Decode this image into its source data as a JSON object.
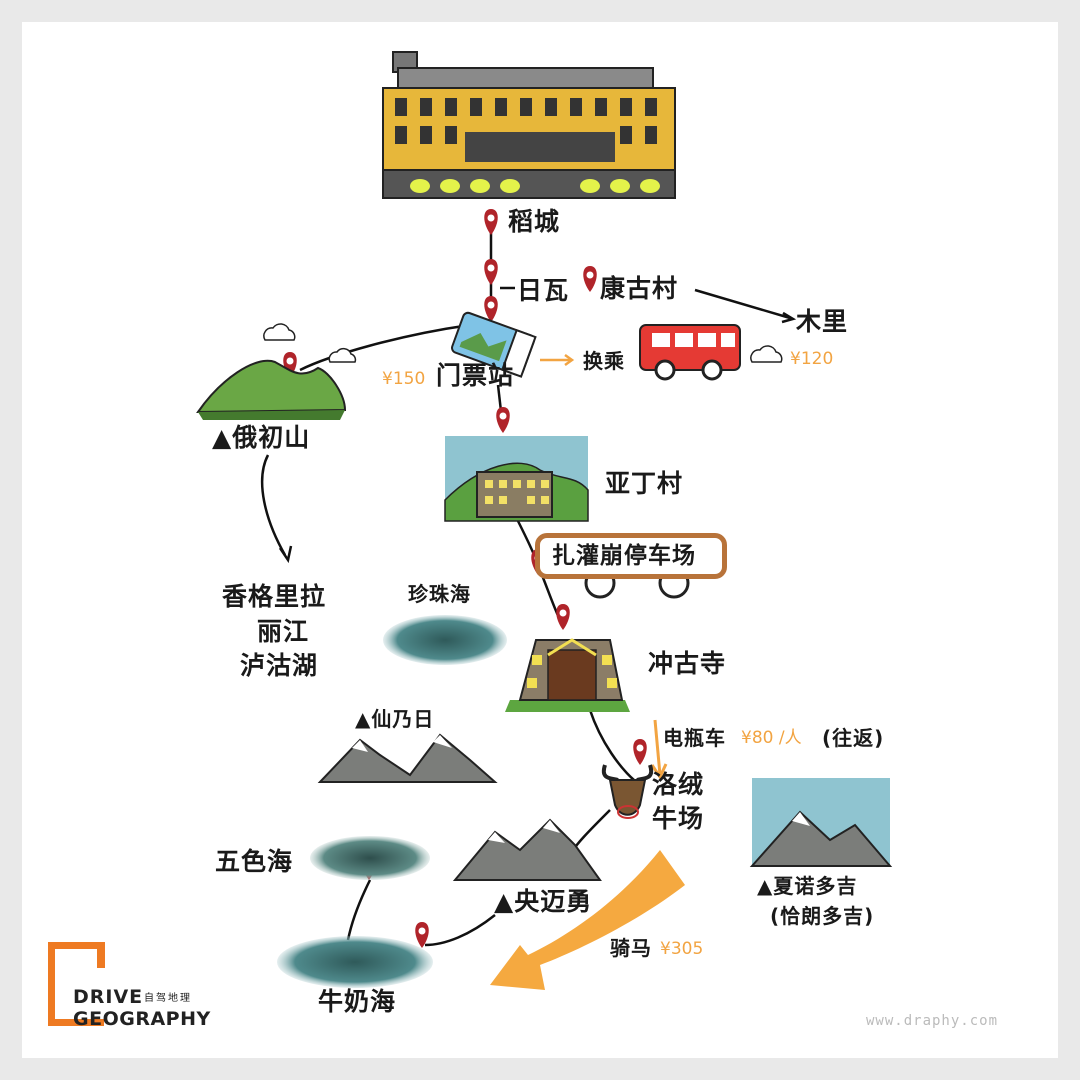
{
  "places": {
    "daocheng": "稻城",
    "riwa": "日瓦",
    "kanggu": "康古村",
    "muli": "木里",
    "ticket_station": "门票站",
    "transfer": "换乘",
    "echu": "▲俄初山",
    "yading": "亚丁村",
    "parking": "扎灌崩停车场",
    "shangrila": "香格里拉",
    "lijiang": "丽江",
    "lugu": "泸沽湖",
    "zhenzhu": "珍珠海",
    "chonggu": "冲古寺",
    "ebus": "电瓶车",
    "roundtrip": "(往返)",
    "xiannairi": "▲仙乃日",
    "luorong_1": "洛绒",
    "luorong_2": "牛场",
    "wuse": "五色海",
    "yangmaiyong": "▲央迈勇",
    "xianuoduoji": "▲夏诺多吉",
    "qialang": "(恰朗多吉)",
    "horse": "骑马",
    "niunai": "牛奶海"
  },
  "prices": {
    "ticket": "¥150",
    "bus": "¥120",
    "ebus": "¥80 /人",
    "horse": "¥305"
  },
  "logo": {
    "line1": "DRIVE",
    "line2": "GEOGRAPHY",
    "cn": "自驾地理"
  },
  "watermark": "www.draphy.com",
  "colors": {
    "accent": "#ee7a22",
    "price": "#f2a442",
    "pin": "#b0242a",
    "parking_border": "#b8733a"
  }
}
